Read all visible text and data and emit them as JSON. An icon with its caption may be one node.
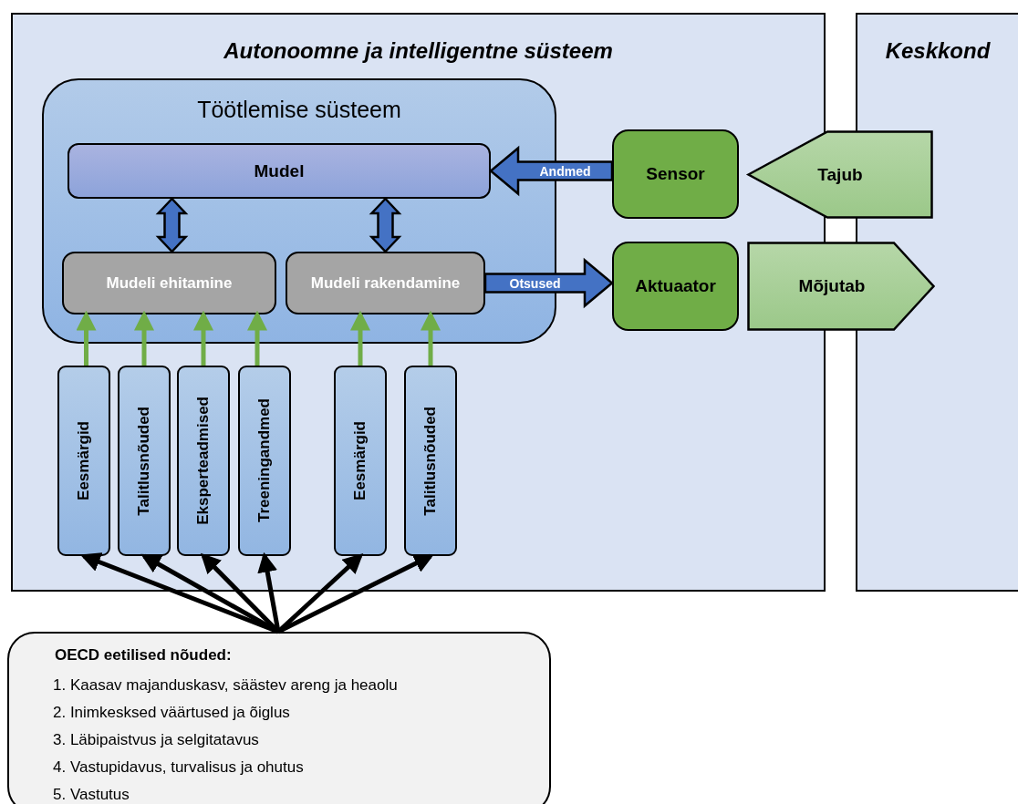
{
  "diagram": {
    "nodes": [
      {
        "text": [
          "Autonoomne ja intelligentne süsteem"
        ]
      },
      {
        "text": [
          "Keskkond"
        ]
      },
      {
        "text": [
          "Töötlemise süsteem"
        ],
        "in": 0
      },
      {
        "text": [
          "Mudel"
        ],
        "in": 2
      },
      {
        "text": [
          "Mudeli ehitamine"
        ],
        "in": 2
      },
      {
        "text": [
          "Mudeli rakendamine"
        ],
        "in": 2
      },
      {
        "text": [
          "Sensor"
        ],
        "in": 0
      },
      {
        "text": [
          "Aktuaator"
        ],
        "in": 0
      },
      {
        "text": [
          "Tajub"
        ]
      },
      {
        "text": [
          "Mõjutab"
        ]
      },
      {
        "text": [
          "Eesmärgid"
        ],
        "in": 0
      },
      {
        "text": [
          "Talitlusnõuded"
        ],
        "in": 0
      },
      {
        "text": [
          "Eksperteadmised"
        ],
        "in": 0
      },
      {
        "text": [
          "Treeningandmed"
        ],
        "in": 0
      },
      {
        "text": [
          "Eesmärgid"
        ],
        "in": 0
      },
      {
        "text": [
          "Talitlusnõuded"
        ],
        "in": 0
      },
      {
        "text": [
          "OECD eetilised nõuded:",
          "1. Kaasav majanduskasv, säästev areng ja heaolu",
          "2. Inimkesksed väärtused ja õiglus",
          "3. Läbipaistvus ja selgitatavus",
          "4. Vastupidavus, turvalisus ja ohutus",
          "5. Vastutus"
        ]
      }
    ],
    "edges": [
      {
        "from": 6,
        "to": 3,
        "arrow": "to",
        "label": "Andmed",
        "style": "thick",
        "color": "#4472c4"
      },
      {
        "from": 5,
        "to": 7,
        "arrow": "to",
        "label": "Otsused",
        "style": "thick",
        "color": "#4472c4"
      },
      {
        "from": 3,
        "to": 4,
        "arrow": "both",
        "style": "thick",
        "color": "#4472c4"
      },
      {
        "from": 3,
        "to": 5,
        "arrow": "both",
        "style": "thick",
        "color": "#4472c4"
      },
      {
        "from": 10,
        "to": 4,
        "arrow": "to",
        "color": "#70ad47"
      },
      {
        "from": 11,
        "to": 4,
        "arrow": "to",
        "color": "#70ad47"
      },
      {
        "from": 12,
        "to": 4,
        "arrow": "to",
        "color": "#70ad47"
      },
      {
        "from": 13,
        "to": 4,
        "arrow": "to",
        "color": "#70ad47"
      },
      {
        "from": 14,
        "to": 5,
        "arrow": "to",
        "color": "#70ad47"
      },
      {
        "from": 15,
        "to": 5,
        "arrow": "to",
        "color": "#70ad47"
      },
      {
        "from": 16,
        "to": 10,
        "arrow": "to",
        "color": "#000000"
      },
      {
        "from": 16,
        "to": 11,
        "arrow": "to",
        "color": "#000000"
      },
      {
        "from": 16,
        "to": 12,
        "arrow": "to",
        "color": "#000000"
      },
      {
        "from": 16,
        "to": 13,
        "arrow": "to",
        "color": "#000000"
      },
      {
        "from": 16,
        "to": 14,
        "arrow": "to",
        "color": "#000000"
      },
      {
        "from": 16,
        "to": 15,
        "arrow": "to",
        "color": "#000000"
      }
    ]
  }
}
